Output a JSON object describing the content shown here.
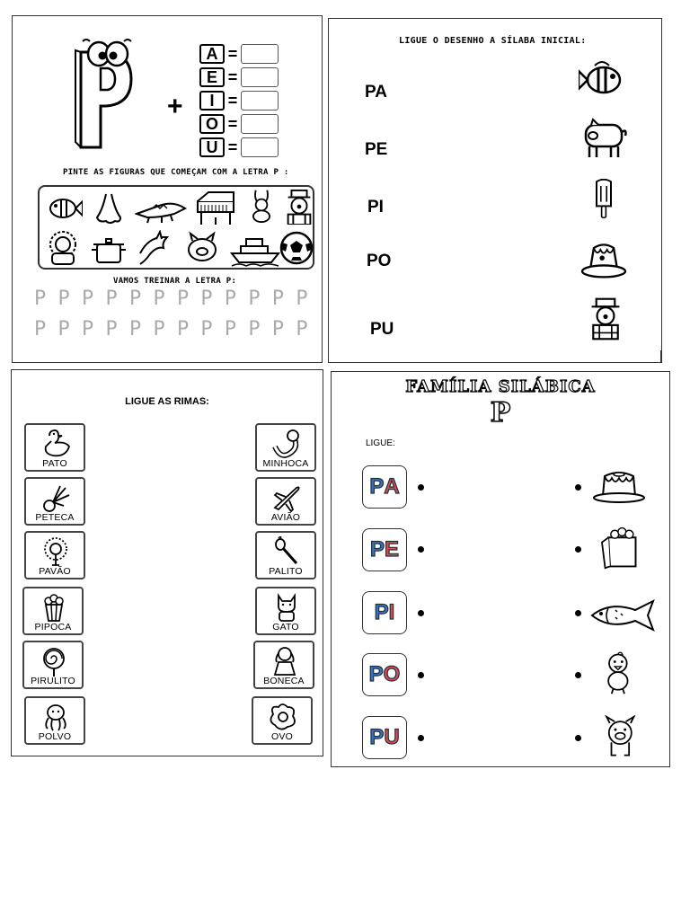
{
  "panel1": {
    "big_letter": "P",
    "plus": "+",
    "vowels": [
      "A",
      "E",
      "I",
      "O",
      "U"
    ],
    "equals": "=",
    "paint_instruction": "PINTE AS FIGURAS QUE COMEÇAM COM A LETRA P :",
    "practice_instruction": "VAMOS TREINAR A LETRA P:",
    "trace_row": "P P P P P P P P P P P P"
  },
  "panel2": {
    "title": "LIGUE O DESENHO A SÍLABA INICIAL:",
    "syllables": [
      "PA",
      "PE",
      "PI",
      "PO",
      "PU"
    ],
    "icons": [
      "fish-icon",
      "pig-icon",
      "popsicle-icon",
      "pudding-icon",
      "clown-icon"
    ]
  },
  "panel3": {
    "title": "LIGUE AS RIMAS:",
    "left": [
      "PATO",
      "PETECA",
      "PAVÃO",
      "PIPOCA",
      "PIRULITO",
      "POLVO"
    ],
    "right": [
      "MINHOCA",
      "AVIÃO",
      "PALITO",
      "GATO",
      "BONECA",
      "OVO"
    ]
  },
  "panel4": {
    "title": "FAMÍLIA SILÁBICA",
    "letter": "P",
    "instruction": "LIGUE:",
    "syllables": [
      {
        "p": "P",
        "v": "A"
      },
      {
        "p": "P",
        "v": "E"
      },
      {
        "p": "P",
        "v": "I"
      },
      {
        "p": "P",
        "v": "O"
      },
      {
        "p": "P",
        "v": "U"
      }
    ],
    "colors": {
      "p": "#3b6fc4",
      "v": "#d94a5a"
    },
    "icons": [
      "pudding-icon",
      "popcorn-icon",
      "fish-icon",
      "duckling-icon",
      "pig-icon"
    ]
  }
}
